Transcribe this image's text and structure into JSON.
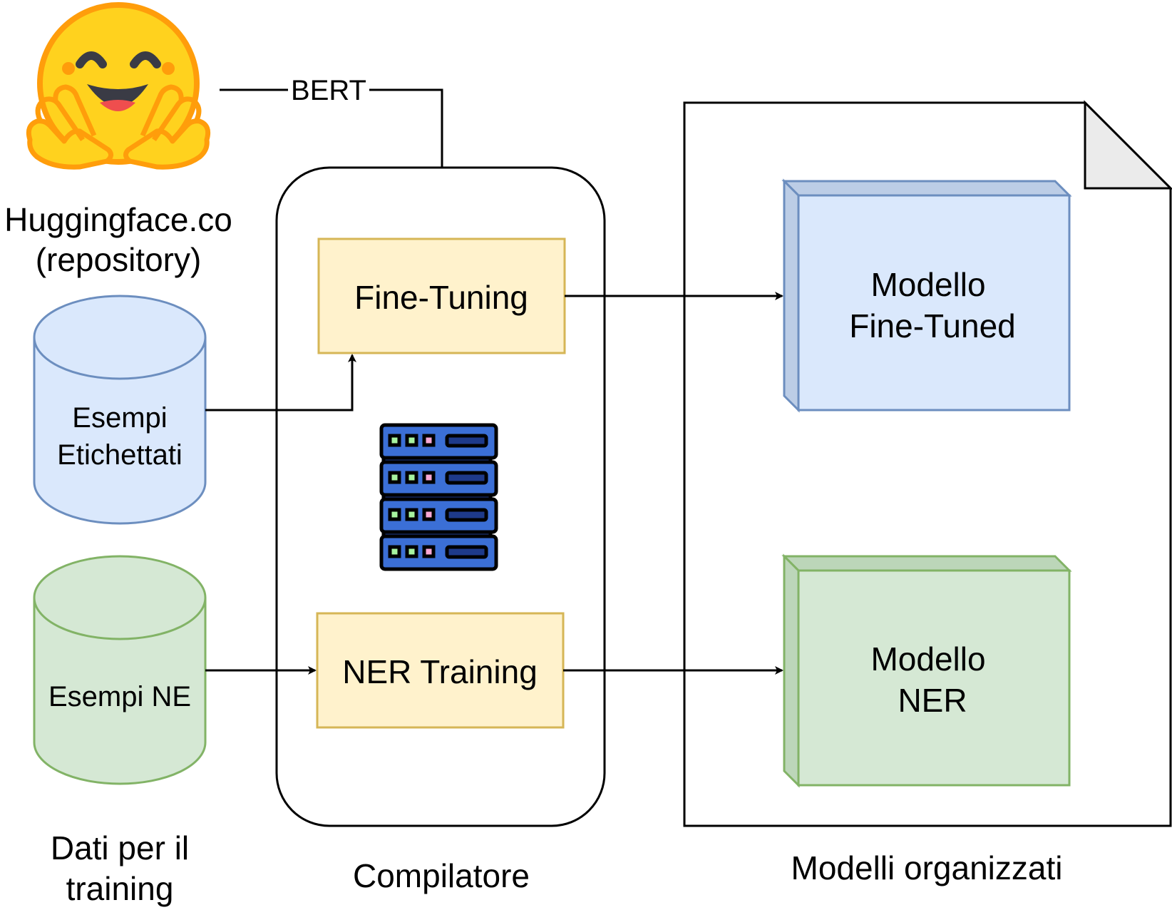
{
  "source": {
    "label_line1": "Huggingface.co",
    "label_line2": "(repository)",
    "icon": "hugging-face-emoji-icon"
  },
  "edge_bert": {
    "label": "BERT"
  },
  "datasets": {
    "labeled": {
      "line1": "Esempi",
      "line2": "Etichettati",
      "color": "#dae8fc",
      "stroke": "#6c8ebf"
    },
    "ne": {
      "label": "Esempi NE",
      "color": "#d5e8d4",
      "stroke": "#82b366"
    },
    "caption_line1": "Dati per il",
    "caption_line2": "training"
  },
  "compiler": {
    "caption": "Compilatore",
    "fine_tuning": {
      "label": "Fine-Tuning",
      "color": "#fff2cc",
      "stroke": "#d6b656"
    },
    "ner_training": {
      "label": "NER Training",
      "color": "#fff2cc",
      "stroke": "#d6b656"
    },
    "server_icon": "server-rack-icon"
  },
  "models": {
    "caption": "Modelli organizzati",
    "fine_tuned": {
      "line1": "Modello",
      "line2": "Fine-Tuned",
      "color": "#dae8fc",
      "stroke": "#6c8ebf"
    },
    "ner": {
      "line1": "Modello",
      "line2": "NER",
      "color": "#d5e8d4",
      "stroke": "#82b366"
    }
  }
}
